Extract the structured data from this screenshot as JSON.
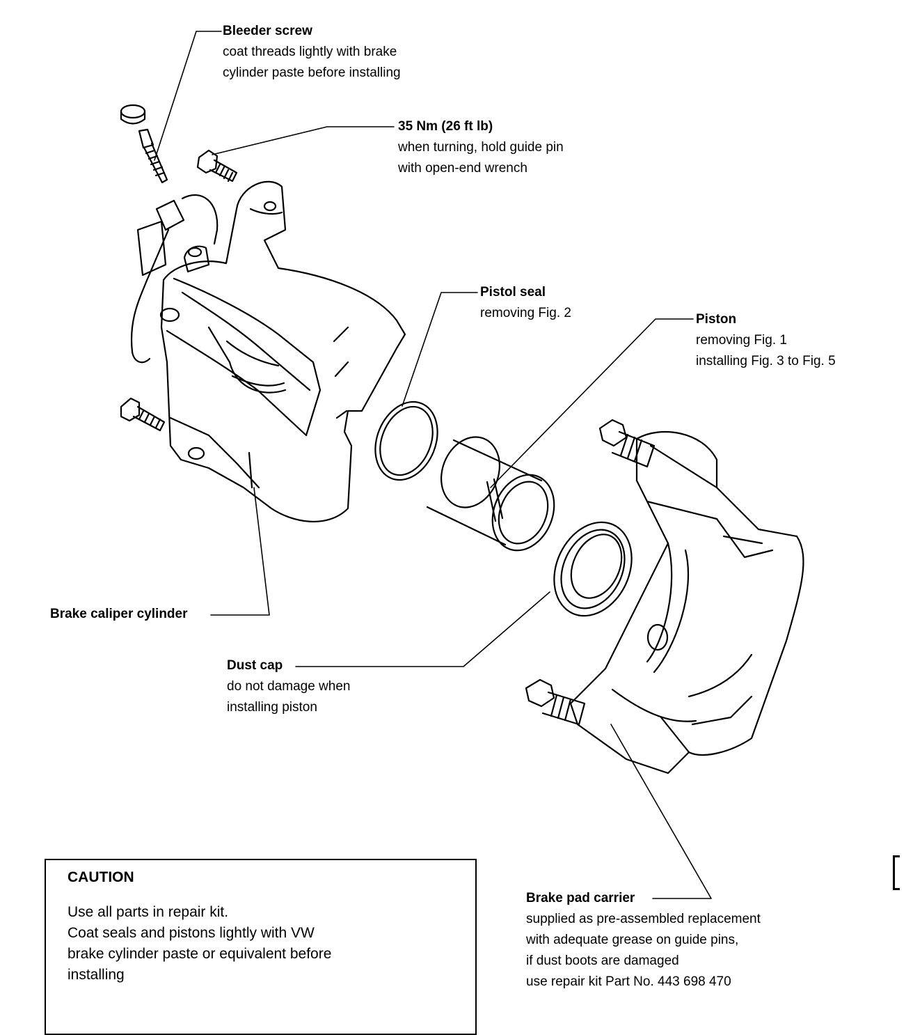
{
  "labels": {
    "bleeder_screw": {
      "title": "Bleeder screw",
      "lines": [
        "coat threads lightly with brake",
        "cylinder paste before installing"
      ]
    },
    "torque": {
      "title": "35 Nm (26 ft lb)",
      "lines": [
        "when turning, hold guide pin",
        "with open-end wrench"
      ]
    },
    "pistol_seal": {
      "title": "Pistol seal",
      "lines": [
        "removing Fig. 2"
      ]
    },
    "piston": {
      "title": "Piston",
      "lines": [
        "removing Fig. 1",
        "installing Fig. 3 to Fig. 5"
      ]
    },
    "caliper": {
      "title": "Brake caliper cylinder"
    },
    "dust_cap": {
      "title": "Dust cap",
      "lines": [
        "do not damage when",
        "installing piston"
      ]
    },
    "pad_carrier": {
      "title": "Brake pad carrier",
      "lines": [
        "supplied as pre-assembled replacement",
        "with adequate grease on guide pins,",
        "if dust boots are damaged",
        "use repair kit Part No. 443 698 470"
      ]
    }
  },
  "caution": {
    "title": "CAUTION",
    "lines": [
      "Use all parts in repair kit.",
      "Coat seals and pistons lightly with VW",
      "brake cylinder paste or equivalent before",
      "installing"
    ]
  }
}
